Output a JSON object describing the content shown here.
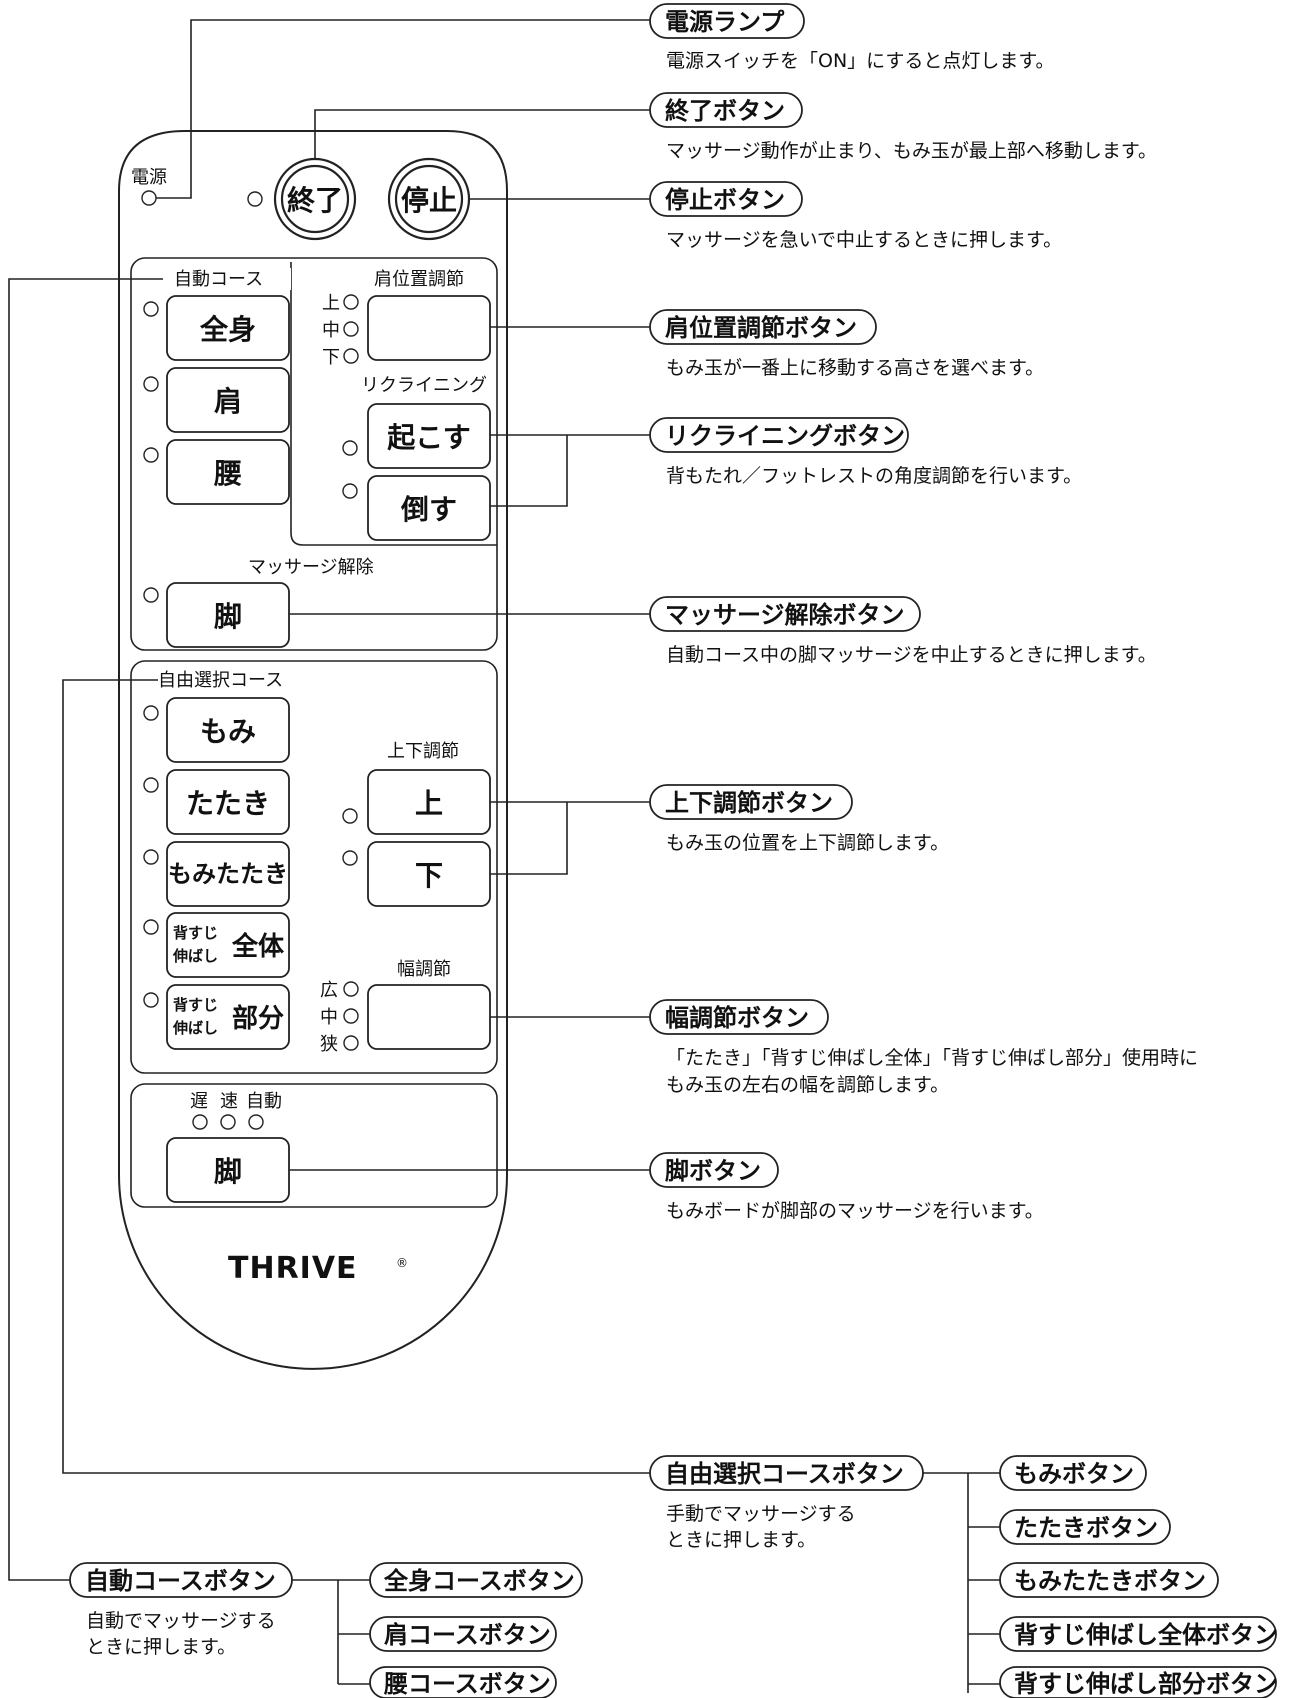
{
  "remote": {
    "power_lamp_label": "電源",
    "buttons": {
      "end": "終了",
      "stop": "停止",
      "full_body": "全身",
      "shoulder": "肩",
      "waist": "腰",
      "recline_up": "起こす",
      "recline_down": "倒す",
      "leg_release": "脚",
      "kneading": "もみ",
      "tapping": "たたき",
      "knead_tap": "もみたたき",
      "stretch_prefix_line1": "背すじ",
      "stretch_prefix_line2": "伸ばし",
      "stretch_full_suffix": "全体",
      "stretch_part_suffix": "部分",
      "up": "上",
      "down": "下",
      "leg": "脚"
    },
    "sections": {
      "auto_course": "自動コース",
      "shoulder_position": "肩位置調節",
      "reclining": "リクライニング",
      "massage_release": "マッサージ解除",
      "free_course": "自由選択コース",
      "up_down": "上下調節",
      "width": "幅調節"
    },
    "indicators": {
      "shoulder_high": "上",
      "shoulder_mid": "中",
      "shoulder_low": "下",
      "width_wide": "広",
      "width_mid": "中",
      "width_narrow": "狭",
      "speed_slow": "遅",
      "speed_fast": "速",
      "speed_auto": "自動"
    },
    "brand": "THRIVE",
    "brand_mark": "®"
  },
  "callouts": {
    "power_lamp": {
      "label": "電源ランプ",
      "desc": "電源スイッチを「ON」にすると点灯します。"
    },
    "end_button": {
      "label": "終了ボタン",
      "desc": "マッサージ動作が止まり、もみ玉が最上部へ移動します。"
    },
    "stop_button": {
      "label": "停止ボタン",
      "desc": "マッサージを急いで中止するときに押します。"
    },
    "shoulder_button": {
      "label": "肩位置調節ボタン",
      "desc": "もみ玉が一番上に移動する高さを選べます。"
    },
    "recline_button": {
      "label": "リクライニングボタン",
      "desc": "背もたれ／フットレストの角度調節を行います。"
    },
    "release_button": {
      "label": "マッサージ解除ボタン",
      "desc": "自動コース中の脚マッサージを中止するときに押します。"
    },
    "updown_button": {
      "label": "上下調節ボタン",
      "desc": "もみ玉の位置を上下調節します。"
    },
    "width_button": {
      "label": "幅調節ボタン",
      "desc_line1": "「たたき」「背すじ伸ばし全体」「背すじ伸ばし部分」使用時に",
      "desc_line2": "もみ玉の左右の幅を調節します。"
    },
    "leg_button": {
      "label": "脚ボタン",
      "desc": "もみボードが脚部のマッサージを行います。"
    },
    "free_course_button": {
      "label": "自由選択コースボタン",
      "desc_line1": "手動でマッサージする",
      "desc_line2": "ときに押します。"
    },
    "auto_course_button": {
      "label": "自動コースボタン",
      "desc_line1": "自動でマッサージする",
      "desc_line2": "ときに押します。"
    },
    "free_sub": [
      "もみボタン",
      "たたきボタン",
      "もみたたきボタン",
      "背すじ伸ばし全体ボタン",
      "背すじ伸ばし部分ボタン"
    ],
    "auto_sub": [
      "全身コースボタン",
      "肩コースボタン",
      "腰コースボタン"
    ]
  }
}
